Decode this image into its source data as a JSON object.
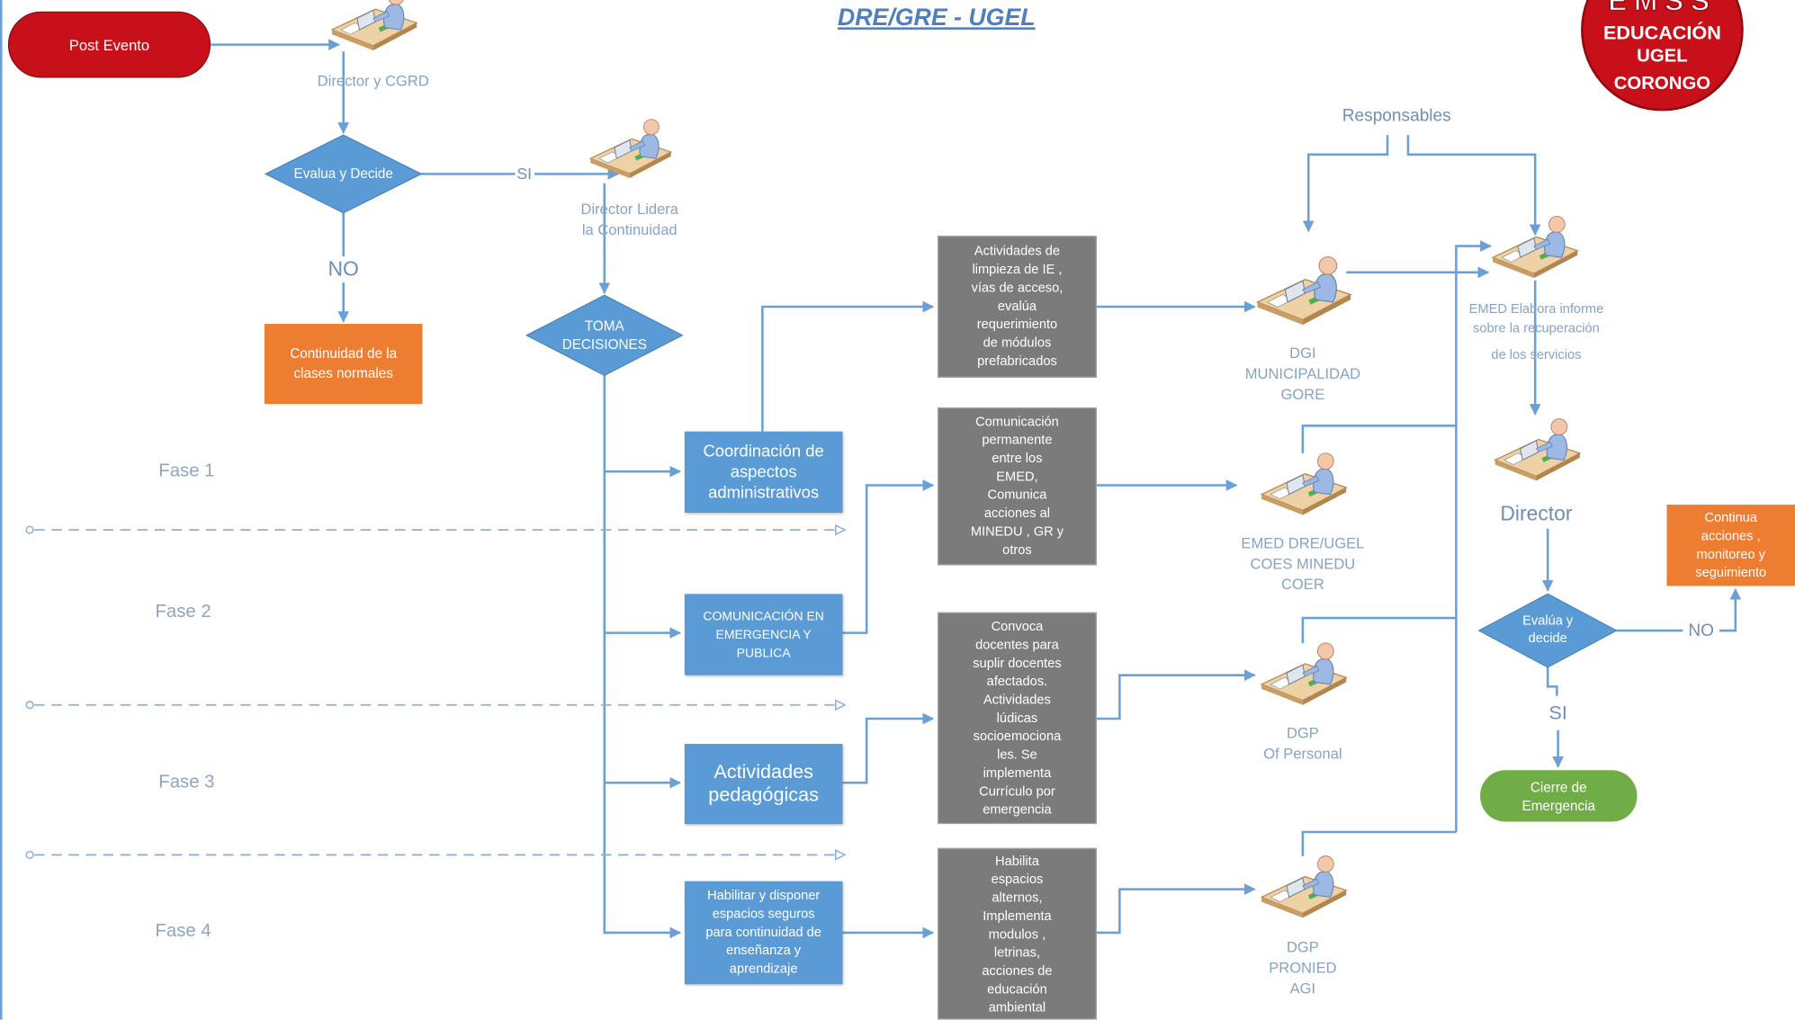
{
  "header": {
    "title": "DRE/GRE - UGEL"
  },
  "logo": {
    "top": "EMSS",
    "line1": "EDUCACIÓN",
    "line2": "UGEL",
    "line3": "CORONGO"
  },
  "colors": {
    "blue": "#5b9bd5",
    "line": "#6aa0d6",
    "gray_box": "#7b7b7b",
    "orange": "#ed7d31",
    "green": "#70ad47",
    "red": "#c8101a",
    "label": "#87a3c3"
  },
  "start": {
    "post_evento": "Post Evento",
    "director_cgrd": "Director y CGRD"
  },
  "decision1": {
    "label": "Evalua y Decide",
    "yes": "SI",
    "no": "NO"
  },
  "normal_classes": [
    "Continuidad de la",
    "clases normales"
  ],
  "director_lidera": [
    "Director Lidera",
    "la Continuidad"
  ],
  "toma_decisiones": [
    "TOMA",
    "DECISIONES"
  ],
  "phases": [
    "Fase 1",
    "Fase 2",
    "Fase 3",
    "Fase 4"
  ],
  "actions": [
    [
      "Coordinación de",
      "aspectos",
      "administrativos"
    ],
    [
      "COMUNICACIÓN EN",
      "EMERGENCIA Y",
      "PUBLICA"
    ],
    [
      "Actividades",
      "pedagógicas"
    ],
    [
      "Habilitar y disponer",
      "espacios seguros",
      "para continuidad de",
      "enseñanza y",
      "aprendizaje"
    ]
  ],
  "activities": [
    [
      "Actividades de",
      "limpieza de IE ,",
      "vías de acceso,",
      "evalúa",
      "requerimiento",
      "de módulos",
      "prefabricados"
    ],
    [
      "Comunicación",
      "permanente",
      "entre los",
      "EMED,",
      "Comunica",
      "acciones al",
      "MINEDU , GR y",
      "otros"
    ],
    [
      "Convoca",
      "docentes para",
      "suplir docentes",
      "afectados.",
      "Actividades",
      "lúdicas",
      "socioemociona",
      "les. Se",
      "implementa",
      "Currículo por",
      "emergencia"
    ],
    [
      "Habilita",
      "espacios",
      "alternos,",
      "Implementa",
      "modulos ,",
      "letrinas,",
      "acciones de",
      "educación",
      "ambiental"
    ]
  ],
  "responsables": {
    "title": "Responsables",
    "units": [
      [
        "DGI",
        "MUNICIPALIDAD",
        "GORE"
      ],
      [
        "EMED DRE/UGEL",
        "COES MINEDU",
        "COER"
      ],
      [
        "DGP",
        "Of Personal"
      ],
      [
        "DGP",
        "PRONIED",
        "AGI"
      ]
    ]
  },
  "report": [
    "EMED Elabora informe",
    "sobre la recuperación",
    "de los servicios"
  ],
  "director_final": "Director",
  "decision2": {
    "label": [
      "Evalúa y",
      "decide"
    ],
    "no": "NO",
    "yes": "SI"
  },
  "continue": [
    "Continua",
    "acciones ,",
    "monitoreo y",
    "seguimiento"
  ],
  "close": [
    "Cierre de",
    "Emergencia"
  ]
}
